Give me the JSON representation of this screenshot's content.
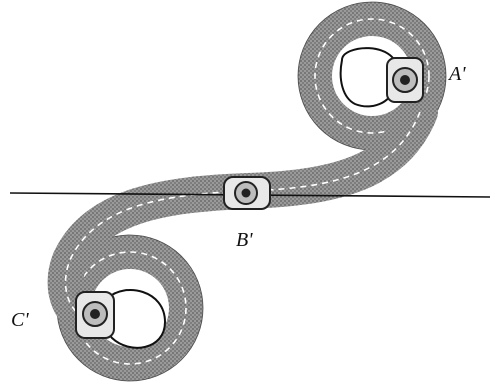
{
  "diagram": {
    "labels": {
      "a": "A'",
      "b": "B'",
      "c": "C'"
    },
    "colors": {
      "road": "#8a8a8a",
      "road_dots": "#5e5e5e",
      "center_dash": "#ffffff",
      "line": "#111111",
      "vehicle_body": "#e8e8e8",
      "vehicle_dark": "#222222"
    }
  }
}
